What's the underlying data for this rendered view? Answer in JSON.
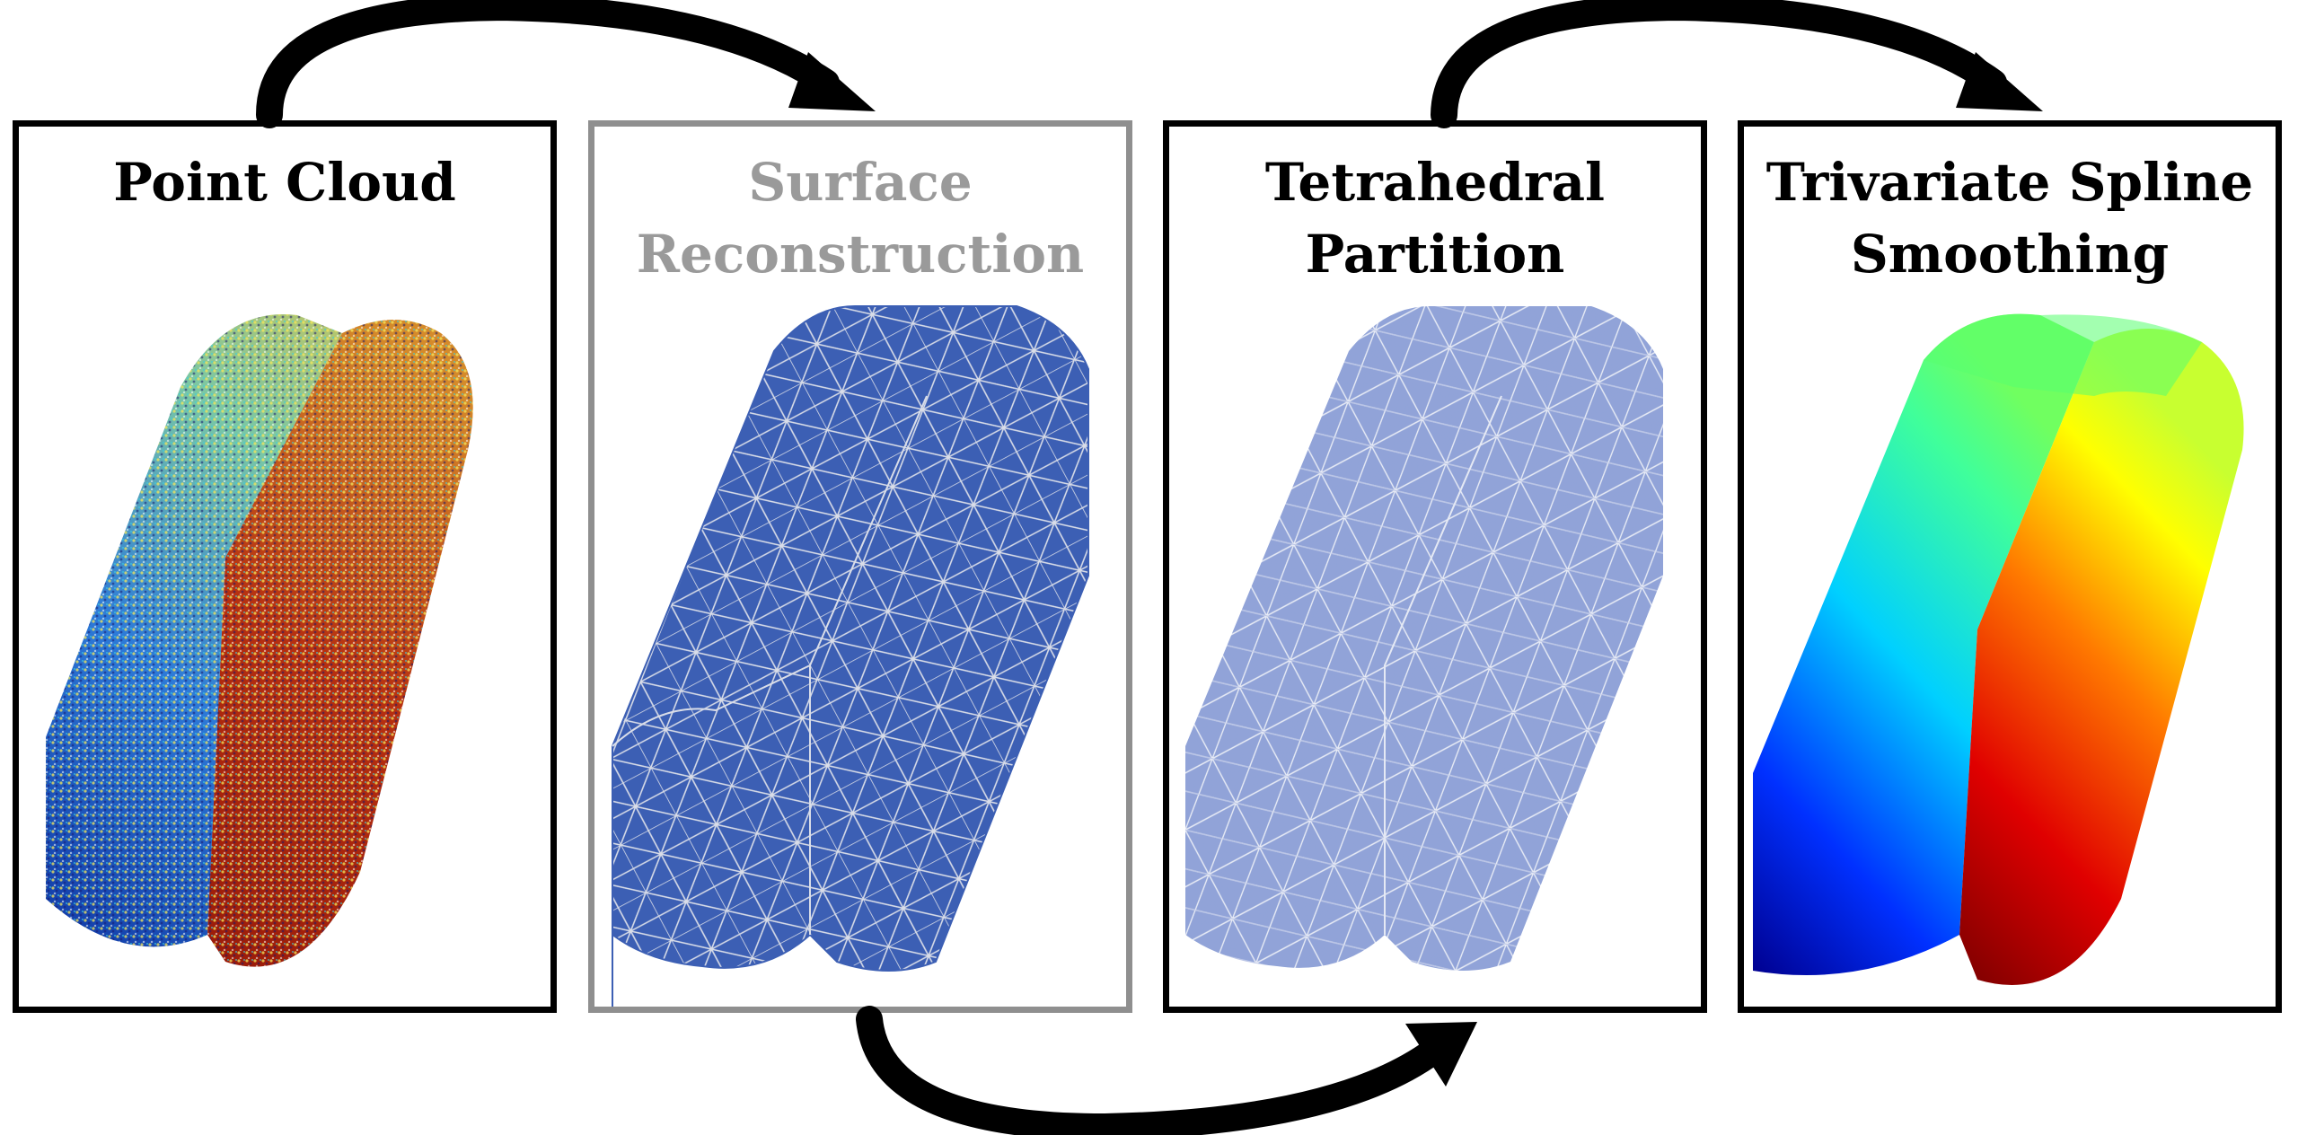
{
  "panels": [
    {
      "id": "point-cloud",
      "title_lines": [
        "Point Cloud"
      ]
    },
    {
      "id": "surface-reconstruction",
      "title_lines": [
        "Surface",
        "Reconstruction"
      ]
    },
    {
      "id": "tetrahedral-partition",
      "title_lines": [
        "Tetrahedral",
        "Partition"
      ]
    },
    {
      "id": "trivariate-spline-smoothing",
      "title_lines": [
        "Trivariate Spline",
        "Smoothing"
      ]
    }
  ],
  "colors": {
    "frame": "#000000",
    "frame_muted": "#8f8f8f",
    "title_muted": "#9a9a9a",
    "mesh_blue": "#3c5fb4",
    "mesh_edge": "#d9dde8",
    "arrow": "#000000"
  }
}
